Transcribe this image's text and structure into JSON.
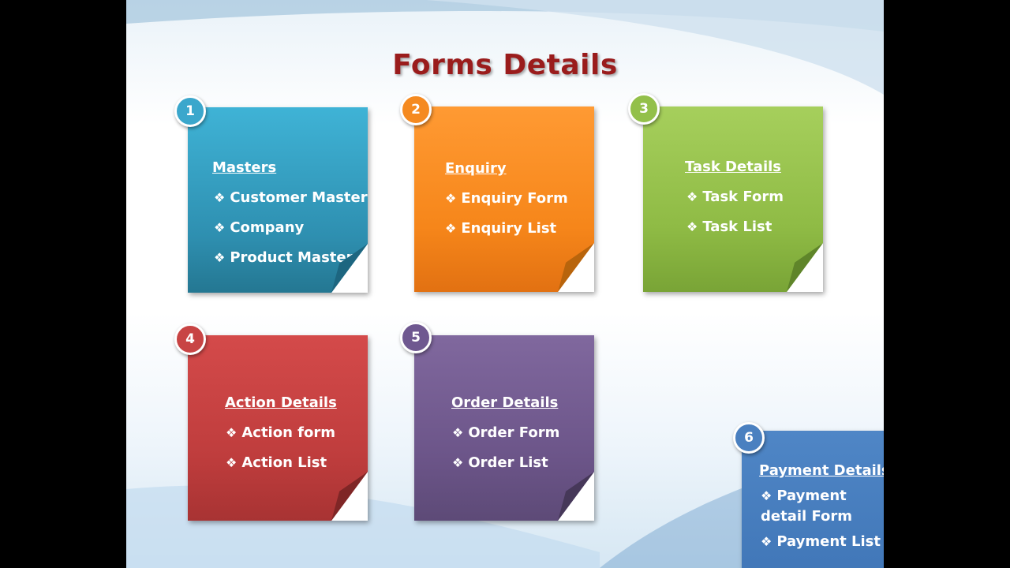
{
  "slide": {
    "title": "Forms Details",
    "cards": [
      {
        "number": "1",
        "heading": "Masters",
        "items": [
          "Customer Master",
          "Company",
          "Product Master"
        ]
      },
      {
        "number": "2",
        "heading": "Enquiry",
        "items": [
          "Enquiry Form",
          "Enquiry List"
        ]
      },
      {
        "number": "3",
        "heading": "Task Details",
        "items": [
          "Task Form",
          "Task List"
        ]
      },
      {
        "number": "4",
        "heading": "Action Details",
        "items": [
          "Action form",
          "Action List"
        ]
      },
      {
        "number": "5",
        "heading": "Order Details",
        "items": [
          "Order Form",
          "Order List"
        ]
      },
      {
        "number": "6",
        "heading": "Payment Details",
        "items": [
          "Payment detail Form",
          "Payment List"
        ]
      }
    ],
    "bullet_glyph": "❖"
  }
}
